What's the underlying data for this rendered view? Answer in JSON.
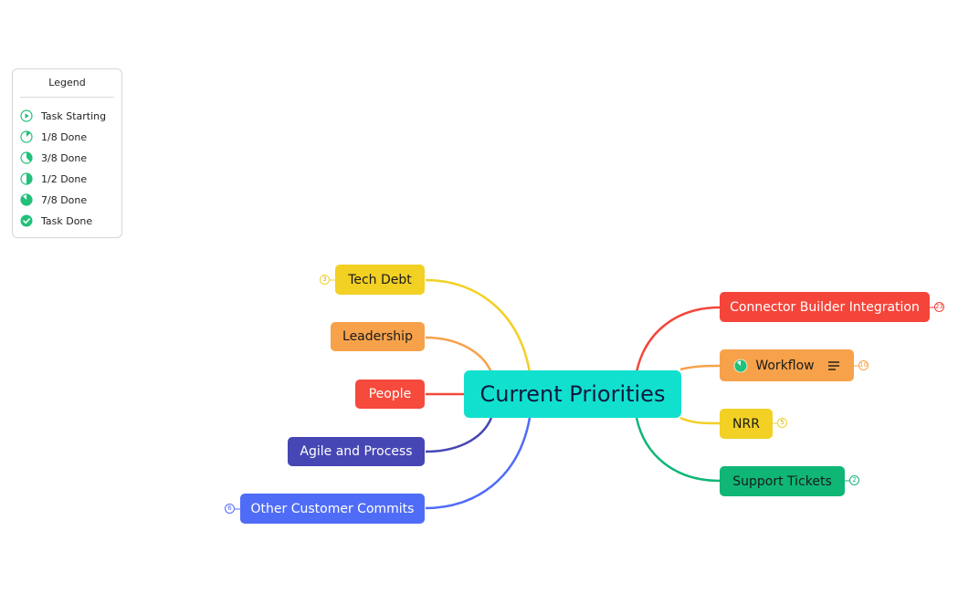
{
  "legend": {
    "title": "Legend",
    "items": [
      {
        "label": "Task Starting",
        "icon": "play-circle-icon"
      },
      {
        "label": "1/8 Done",
        "icon": "progress-1-8-icon"
      },
      {
        "label": "3/8 Done",
        "icon": "progress-3-8-icon"
      },
      {
        "label": "1/2 Done",
        "icon": "progress-1-2-icon"
      },
      {
        "label": "7/8 Done",
        "icon": "progress-7-8-icon"
      },
      {
        "label": "Task Done",
        "icon": "check-circle-icon"
      }
    ]
  },
  "central": {
    "label": "Current Priorities",
    "color": "#12e0cf"
  },
  "left_branches": [
    {
      "label": "Tech Debt",
      "color": "#f2d024",
      "text_color": "#1a1a1a",
      "count": "3"
    },
    {
      "label": "Leadership",
      "color": "#f7a24a",
      "text_color": "#1a1a1a"
    },
    {
      "label": "People",
      "color": "#f54a3c",
      "text_color": "#ffffff"
    },
    {
      "label": "Agile and Process",
      "color": "#4646b4",
      "text_color": "#ffffff"
    },
    {
      "label": "Other Customer Commits",
      "color": "#4f6cf7",
      "text_color": "#ffffff",
      "count": "6"
    }
  ],
  "right_branches": [
    {
      "label": "Connector Builder Integration",
      "color": "#f5453a",
      "text_color": "#ffffff",
      "count": "23"
    },
    {
      "label": "Workflow",
      "color": "#f7a24a",
      "text_color": "#1a1a1a",
      "count": "10",
      "progress_icon": "progress-7-8-icon",
      "notes_icon": "notes-lines-icon"
    },
    {
      "label": "NRR",
      "color": "#f2d024",
      "text_color": "#1a1a1a",
      "count": "5"
    },
    {
      "label": "Support Tickets",
      "color": "#0fb676",
      "text_color": "#1a1a1a",
      "count": "2"
    }
  ],
  "legend_accent": "#22c07a"
}
